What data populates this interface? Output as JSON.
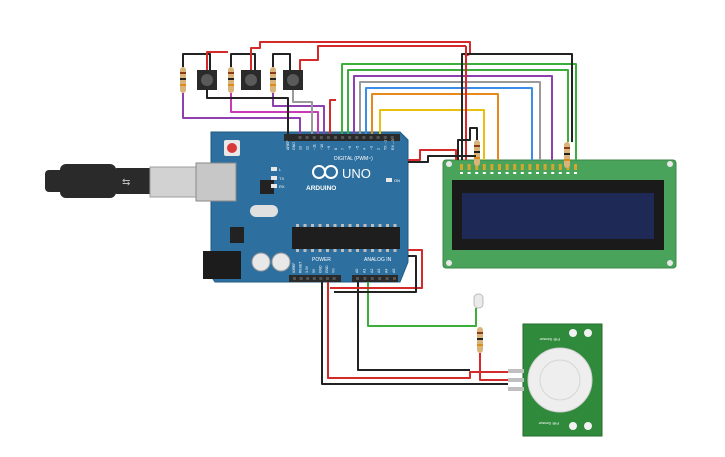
{
  "arduino": {
    "brand": "ARDUINO",
    "model": "UNO",
    "digital_label": "DIGITAL (PWM~)",
    "power_label": "POWER",
    "analog_label": "ANALOG IN",
    "aref": "AREF",
    "gnd": "GND",
    "on_label": "ON",
    "tx": "TX",
    "rx": "RX",
    "l": "L",
    "digital_pins": [
      "13",
      "12",
      "~11",
      "~10",
      "~9",
      "8",
      "7",
      "~6",
      "~5",
      "4",
      "~3",
      "2",
      "TX→1",
      "RX←0"
    ],
    "power_pins": [
      "IOREF",
      "RESET",
      "3.3V",
      "5V",
      "GND",
      "GND",
      "Vin"
    ],
    "analog_pins": [
      "A0",
      "A1",
      "A2",
      "A3",
      "A4",
      "A5"
    ],
    "colors": {
      "board": "#2d6f9e",
      "board_dark": "#215a82",
      "header": "#2a2a2a"
    }
  },
  "pir": {
    "label_top": "PIR Sensor",
    "label_bottom": "PIR Sensor",
    "colors": {
      "board": "#2f8a3c",
      "dome": "#f2f2f2"
    }
  },
  "lcd": {
    "colors": {
      "board": "#4aa35a",
      "screen": "#1e2a55",
      "frame": "#1a1a1a"
    }
  },
  "wires": {
    "colors": {
      "red": "#d42a2a",
      "black": "#222222",
      "green": "#3cae3c",
      "purple": "#8e3fb0",
      "yellow": "#e8c10f",
      "orange": "#e88a1a",
      "blue": "#3a8ee8",
      "gray": "#9a9a9a",
      "magenta": "#c93ab6"
    }
  },
  "usb": {
    "colors": {
      "cable": "#2a2a2a",
      "plug": "#cfcfcf"
    }
  }
}
